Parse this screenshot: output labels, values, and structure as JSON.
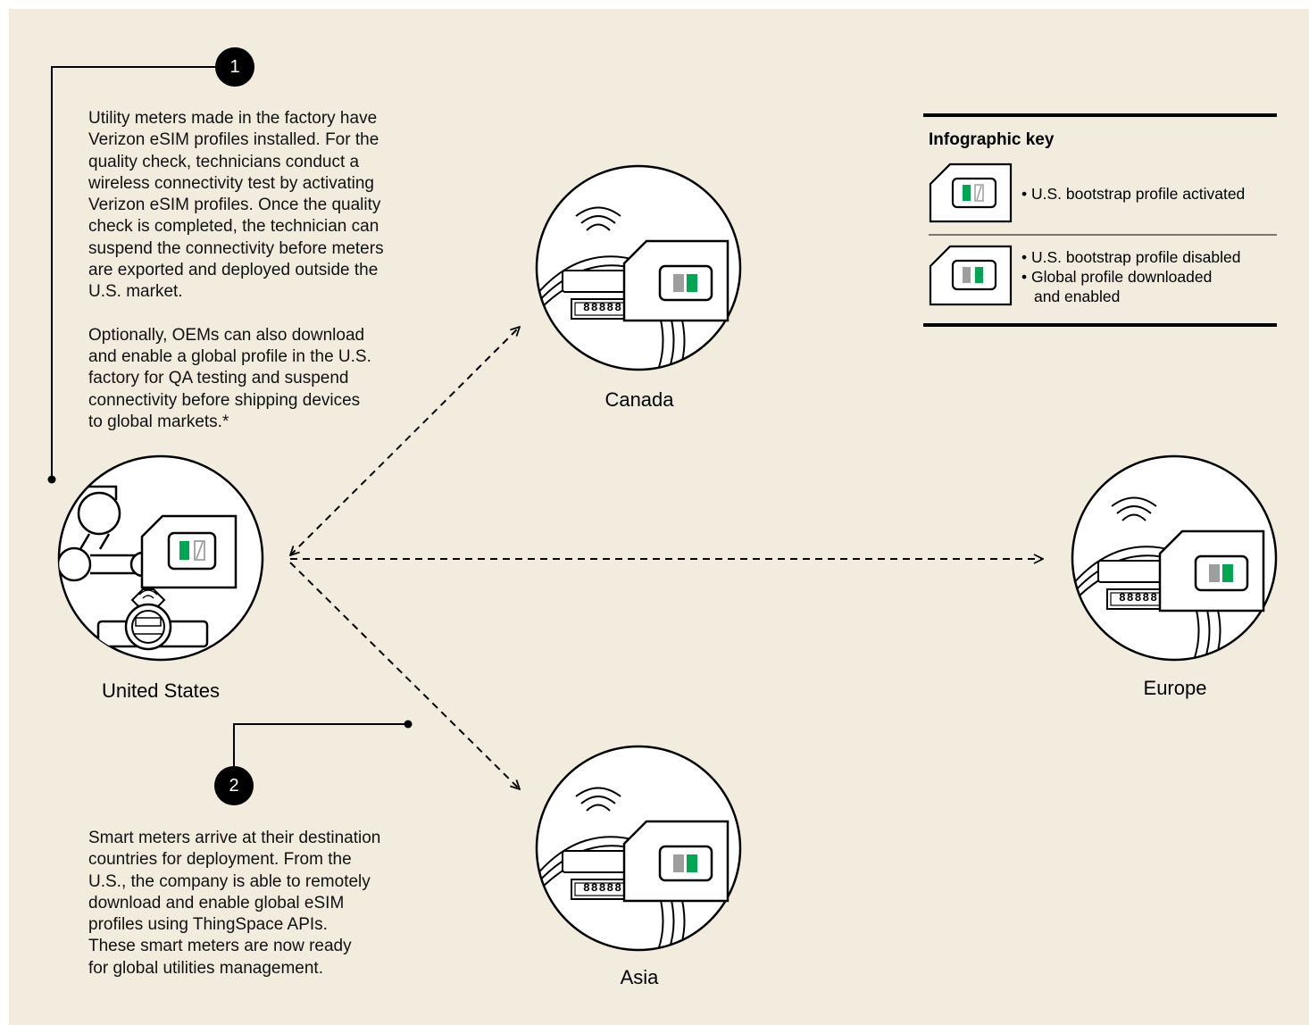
{
  "step1": {
    "number": "1",
    "paragraph1_lines": [
      "Utility meters made in the factory have",
      "Verizon eSIM profiles installed. For the",
      "quality check, technicians conduct a",
      "wireless connectivity test by activating",
      "Verizon eSIM profiles. Once the quality",
      "check is completed, the technician can",
      "suspend the connectivity before meters",
      "are exported and deployed outside the",
      "U.S. market."
    ],
    "paragraph2_lines": [
      "Optionally, OEMs can also download",
      "and enable a global profile in the U.S.",
      "factory for QA testing and suspend",
      "connectivity before shipping devices",
      "to global markets.*"
    ]
  },
  "step2": {
    "number": "2",
    "paragraph_lines": [
      "Smart meters arrive at their destination",
      "countries for deployment. From the",
      "U.S., the company is able to remotely",
      "download and enable global eSIM",
      "profiles using ThingSpace APIs.",
      "These smart meters are now ready",
      "for global utilities management."
    ]
  },
  "locations": {
    "united_states": "United States",
    "canada": "Canada",
    "europe": "Europe",
    "asia": "Asia"
  },
  "meter_display": "88888",
  "key": {
    "title": "Infographic key",
    "item1": {
      "icon": "sim-bootstrap-active-icon",
      "lines": [
        "• U.S. bootstrap profile activated"
      ]
    },
    "item2": {
      "icon": "sim-global-enabled-icon",
      "lines": [
        "• U.S. bootstrap profile disabled",
        "• Global profile downloaded",
        "and enabled"
      ]
    }
  },
  "colors": {
    "background": "#f2ecdf",
    "active_profile": "#00a651",
    "inactive_profile": "#9e9e9e",
    "ink": "#000000"
  }
}
